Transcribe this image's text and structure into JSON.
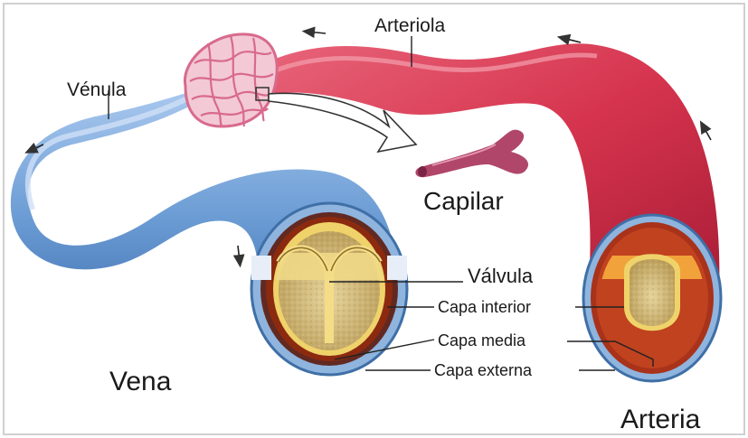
{
  "labels": {
    "arteriola": "Arteriola",
    "venula": "Vénula",
    "capilar": "Capilar",
    "valvula": "Válvula",
    "capa_interior": "Capa interior",
    "capa_media": "Capa media",
    "capa_externa": "Capa externa",
    "vena": "Vena",
    "arteria": "Arteria"
  },
  "colors": {
    "artery": "#d6344e",
    "artery_dark": "#a81c35",
    "vein": "#6f9fd6",
    "vein_light": "#a9c8ee",
    "capillary": "#e08aa7",
    "capillary_bg": "#f3c9d6",
    "media": "#8c2a10",
    "inner": "#efd36a",
    "lumen": "#d9c489",
    "outer": "#3f6fa6",
    "background": "#ffffff"
  }
}
